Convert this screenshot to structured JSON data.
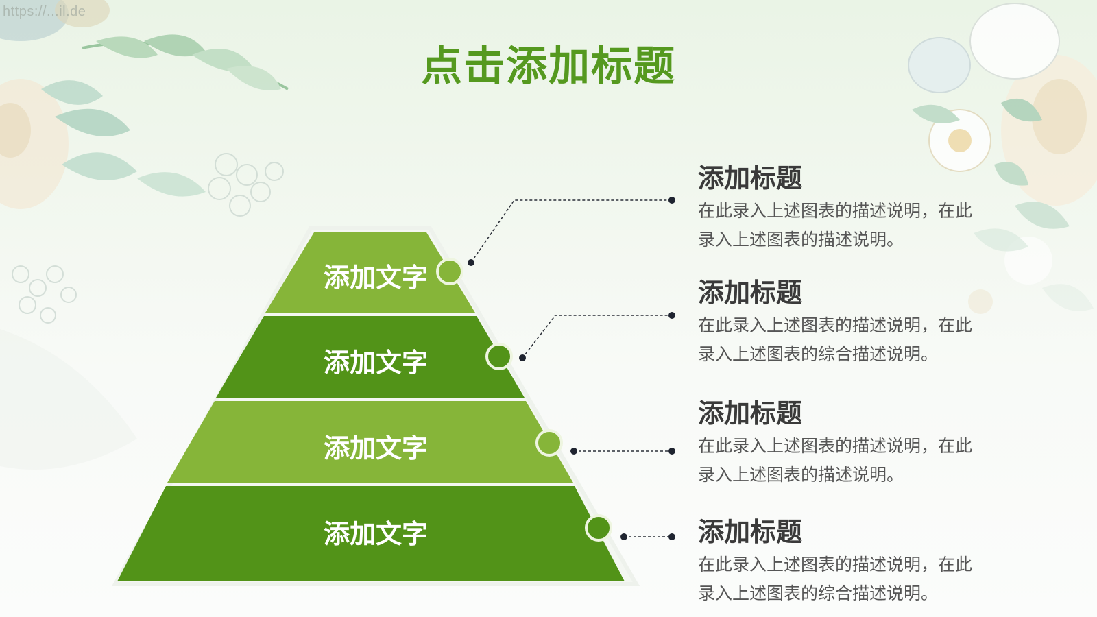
{
  "watermark": "https://...il.de",
  "slide": {
    "title": "点击添加标题",
    "title_color": "#55991f"
  },
  "colors": {
    "light_green": "#86b539",
    "dark_green": "#529318",
    "separator": "#eef5e8",
    "dot": "#1f2430",
    "title_text": "#3a3a3a",
    "body_text": "#555555"
  },
  "pyramid": {
    "layers": [
      {
        "label": "添加文字",
        "shade": "light"
      },
      {
        "label": "添加文字",
        "shade": "dark"
      },
      {
        "label": "添加文字",
        "shade": "light"
      },
      {
        "label": "添加文字",
        "shade": "dark"
      }
    ]
  },
  "items": [
    {
      "title": "添加标题",
      "desc_line1": "在此录入上述图表的描述说明，在此",
      "desc_line2": "录入上述图表的描述说明。"
    },
    {
      "title": "添加标题",
      "desc_line1": "在此录入上述图表的描述说明，在此",
      "desc_line2": "录入上述图表的综合描述说明。"
    },
    {
      "title": "添加标题",
      "desc_line1": "在此录入上述图表的描述说明，在此",
      "desc_line2": "录入上述图表的描述说明。"
    },
    {
      "title": "添加标题",
      "desc_line1": "在此录入上述图表的描述说明，在此",
      "desc_line2": "录入上述图表的综合描述说明。"
    }
  ]
}
